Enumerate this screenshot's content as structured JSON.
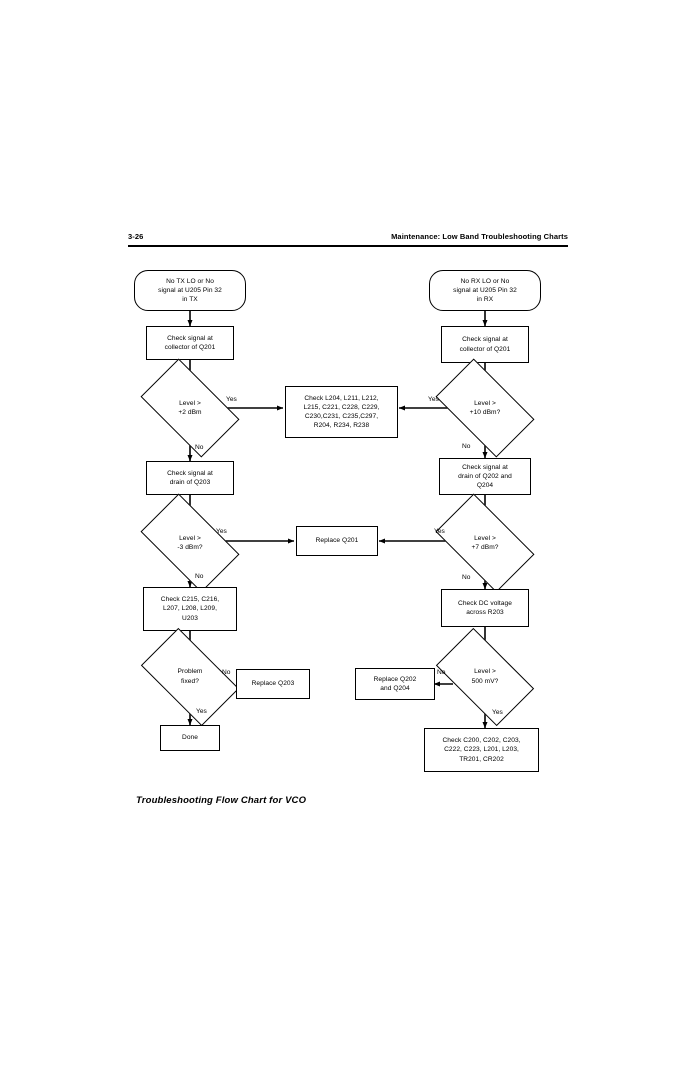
{
  "page": {
    "number": "3-26",
    "header_title": "Maintenance: Low Band Troubleshooting Charts",
    "caption": "Troubleshooting Flow Chart for VCO"
  },
  "colors": {
    "ink": "#000000",
    "paper": "#ffffff"
  },
  "chart_data": {
    "type": "diagram",
    "title": "Troubleshooting Flow Chart for VCO",
    "nodes": [
      {
        "id": "tx-start",
        "shape": "terminal",
        "text": "No TX LO or No\nsignal at U205 Pin 32\nin TX"
      },
      {
        "id": "tx-check-q201",
        "shape": "process",
        "text": "Check signal at\ncollector of Q201"
      },
      {
        "id": "tx-level-2dbm",
        "shape": "decision",
        "text": "Level >\n+2 dBm"
      },
      {
        "id": "tx-check-q203",
        "shape": "process",
        "text": "Check signal at\ndrain of Q203"
      },
      {
        "id": "tx-level-m3dbm",
        "shape": "decision",
        "text": "Level >\n-3 dBm?"
      },
      {
        "id": "tx-check-parts",
        "shape": "process",
        "text": "Check C215, C216,\nL207, L208, L209,\nU203"
      },
      {
        "id": "tx-problem",
        "shape": "decision",
        "text": "Problem\nfixed?"
      },
      {
        "id": "tx-replace-q203",
        "shape": "process",
        "text": "Replace Q203"
      },
      {
        "id": "tx-done",
        "shape": "process",
        "text": "Done"
      },
      {
        "id": "shared-parts",
        "shape": "process",
        "text": "Check L204, L211, L212,\nL215, C221, C228, C229,\nC230,C231, C235,C297,\nR204, R234, R238"
      },
      {
        "id": "replace-q201",
        "shape": "process",
        "text": "Replace Q201"
      },
      {
        "id": "rx-start",
        "shape": "terminal",
        "text": "No RX LO or No\nsignal at U205 Pin 32\nin RX"
      },
      {
        "id": "rx-check-q201",
        "shape": "process",
        "text": "Check signal at\ncollector of Q201"
      },
      {
        "id": "rx-level-10dbm",
        "shape": "decision",
        "text": "Level >\n+10 dBm?"
      },
      {
        "id": "rx-check-q202",
        "shape": "process",
        "text": "Check signal at\ndrain of Q202 and\nQ204"
      },
      {
        "id": "rx-level-7dbm",
        "shape": "decision",
        "text": "Level >\n+7 dBm?"
      },
      {
        "id": "rx-check-dc",
        "shape": "process",
        "text": "Check DC voltage\nacross R203"
      },
      {
        "id": "rx-level-500mv",
        "shape": "decision",
        "text": "Level >\n500 mV?"
      },
      {
        "id": "rx-replace-q202",
        "shape": "process",
        "text": "Replace Q202\nand Q204"
      },
      {
        "id": "rx-check-parts",
        "shape": "process",
        "text": "Check C200, C202, C203,\nC222, C223, L201, L203,\nTR201, CR202"
      }
    ],
    "edge_labels": {
      "tx_level2_yes": "Yes",
      "tx_level2_no": "No",
      "tx_levelm3_yes": "Yes",
      "tx_levelm3_no": "No",
      "tx_problem_no": "No",
      "tx_problem_yes": "Yes",
      "rx_level10_yes": "Yes",
      "rx_level10_no": "No",
      "rx_level7_yes": "Yes",
      "rx_level7_no": "No",
      "rx_level500_no": "No",
      "rx_level500_yes": "Yes"
    },
    "edges": [
      {
        "from": "tx-start",
        "to": "tx-check-q201",
        "label": ""
      },
      {
        "from": "tx-check-q201",
        "to": "tx-level-2dbm",
        "label": ""
      },
      {
        "from": "tx-level-2dbm",
        "to": "shared-parts",
        "label": "Yes"
      },
      {
        "from": "tx-level-2dbm",
        "to": "tx-check-q203",
        "label": "No"
      },
      {
        "from": "tx-check-q203",
        "to": "tx-level-m3dbm",
        "label": ""
      },
      {
        "from": "tx-level-m3dbm",
        "to": "replace-q201",
        "label": "Yes"
      },
      {
        "from": "tx-level-m3dbm",
        "to": "tx-check-parts",
        "label": "No"
      },
      {
        "from": "tx-check-parts",
        "to": "tx-problem",
        "label": ""
      },
      {
        "from": "tx-problem",
        "to": "tx-replace-q203",
        "label": "No"
      },
      {
        "from": "tx-problem",
        "to": "tx-done",
        "label": "Yes"
      },
      {
        "from": "rx-start",
        "to": "rx-check-q201",
        "label": ""
      },
      {
        "from": "rx-check-q201",
        "to": "rx-level-10dbm",
        "label": ""
      },
      {
        "from": "rx-level-10dbm",
        "to": "shared-parts",
        "label": "Yes"
      },
      {
        "from": "rx-level-10dbm",
        "to": "rx-check-q202",
        "label": "No"
      },
      {
        "from": "rx-check-q202",
        "to": "rx-level-7dbm",
        "label": ""
      },
      {
        "from": "rx-level-7dbm",
        "to": "replace-q201",
        "label": "Yes"
      },
      {
        "from": "rx-level-7dbm",
        "to": "rx-check-dc",
        "label": "No"
      },
      {
        "from": "rx-check-dc",
        "to": "rx-level-500mv",
        "label": ""
      },
      {
        "from": "rx-level-500mv",
        "to": "rx-replace-q202",
        "label": "No"
      },
      {
        "from": "rx-level-500mv",
        "to": "rx-check-parts",
        "label": "Yes"
      }
    ]
  }
}
